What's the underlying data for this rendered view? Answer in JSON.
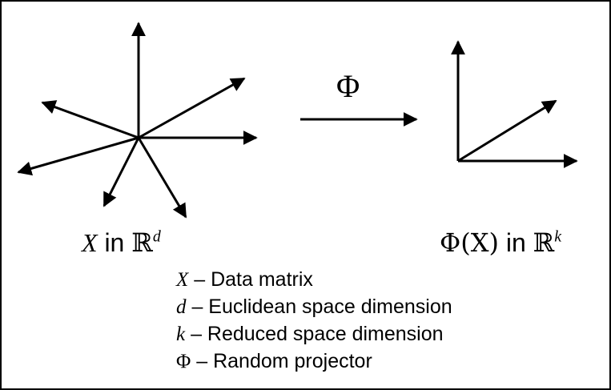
{
  "map_label": "Φ",
  "left_caption": {
    "symbol": "X",
    "in": "in",
    "space": "ℝ",
    "exponent": "d"
  },
  "right_caption": {
    "symbol": "Φ(X)",
    "in": "in",
    "space": "ℝ",
    "exponent": "k"
  },
  "legend": [
    {
      "symbol": "X",
      "text": "– Data matrix"
    },
    {
      "symbol": "d",
      "text": "– Euclidean space dimension"
    },
    {
      "symbol": "k",
      "text": "– Reduced space dimension"
    },
    {
      "symbol": "Φ",
      "text": "– Random projector"
    }
  ]
}
